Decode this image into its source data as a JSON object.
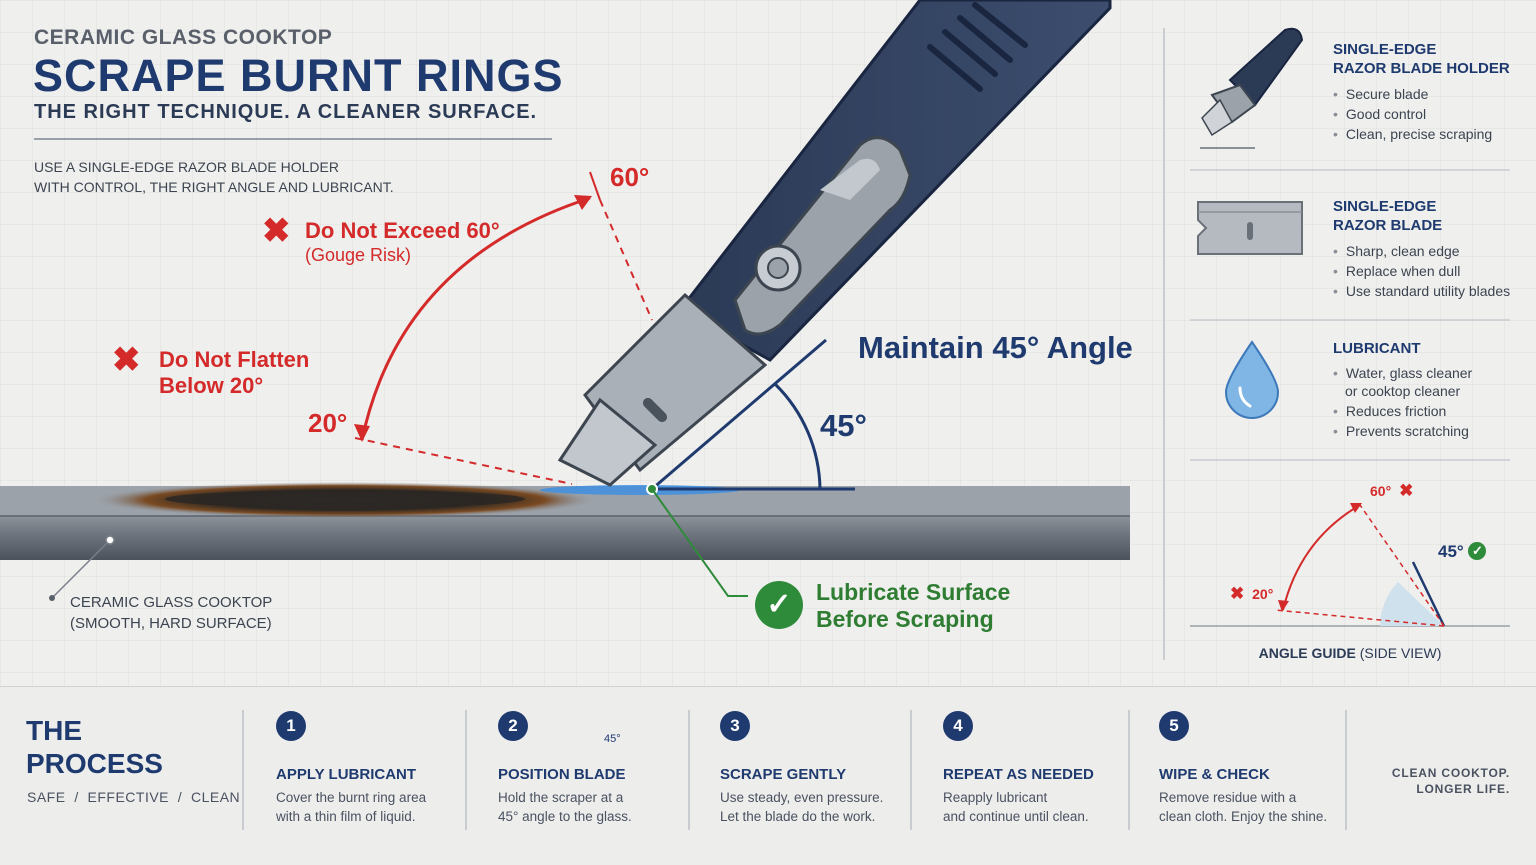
{
  "header": {
    "kicker": "CERAMIC GLASS COOKTOP",
    "title": "SCRAPE BURNT RINGS",
    "subtitle": "THE RIGHT TECHNIQUE. A CLEANER SURFACE.",
    "intro_line1": "USE A SINGLE-EDGE RAZOR BLADE HOLDER",
    "intro_line2": "WITH CONTROL, THE RIGHT ANGLE AND LUBRICANT."
  },
  "diagram": {
    "warn_exceed": "Do Not Exceed 60°",
    "warn_exceed_sub": "(Gouge Risk)",
    "warn_flatten_1": "Do Not Flatten",
    "warn_flatten_2": "Below 20°",
    "label_60": "60°",
    "label_20": "20°",
    "label_45": "45°",
    "maintain": "Maintain 45° Angle",
    "lube_1": "Lubricate Surface",
    "lube_2": "Before Scraping",
    "cooktop_1": "CERAMIC GLASS COOKTOP",
    "cooktop_2": "(SMOOTH, HARD SURFACE)",
    "colors": {
      "red": "#d42a2a",
      "navy": "#1e3a6e",
      "green": "#2e8b3a"
    }
  },
  "panel": {
    "items": [
      {
        "title_1": "SINGLE-EDGE",
        "title_2": "RAZOR BLADE HOLDER",
        "bullets": [
          "Secure blade",
          "Good control",
          "Clean, precise scraping"
        ],
        "icon": "scraper-icon"
      },
      {
        "title_1": "SINGLE-EDGE",
        "title_2": "RAZOR BLADE",
        "bullets": [
          "Sharp, clean edge",
          "Replace when dull",
          "Use standard utility blades"
        ],
        "icon": "razor-blade-icon"
      },
      {
        "title_1": "LUBRICANT",
        "title_2": "",
        "bullets": [
          "Water, glass cleaner",
          "or cooktop cleaner",
          "Reduces friction",
          "Prevents scratching"
        ],
        "icon": "water-drop-icon"
      }
    ],
    "guide": {
      "label_60": "60°",
      "label_45": "45°",
      "label_20": "20°",
      "caption_bold": "ANGLE GUIDE",
      "caption_rest": " (SIDE VIEW)"
    }
  },
  "process": {
    "title_1": "THE",
    "title_2": "PROCESS",
    "sub": "SAFE  /  EFFECTIVE  /  CLEAN",
    "steps": [
      {
        "num": "1",
        "title": "APPLY LUBRICANT",
        "d1": "Cover the burnt ring area",
        "d2": "with a thin film of liquid.",
        "icon": "drop-icon"
      },
      {
        "num": "2",
        "title": "POSITION BLADE",
        "d1": "Hold the scraper at a",
        "d2": "45° angle to the glass.",
        "icon": "angle-icon",
        "icon_text": "45°"
      },
      {
        "num": "3",
        "title": "SCRAPE GENTLY",
        "d1": "Use steady, even pressure.",
        "d2": "Let the blade do the work.",
        "icon": "arrow-right-icon"
      },
      {
        "num": "4",
        "title": "REPEAT AS NEEDED",
        "d1": "Reapply lubricant",
        "d2": "and continue until clean.",
        "icon": "repeat-icon"
      },
      {
        "num": "5",
        "title": "WIPE & CHECK",
        "d1": "Remove residue with a",
        "d2": "clean cloth. Enjoy the shine.",
        "icon": "sparkle-icon"
      }
    ],
    "tagline_1": "CLEAN COOKTOP.",
    "tagline_2": "LONGER LIFE."
  }
}
